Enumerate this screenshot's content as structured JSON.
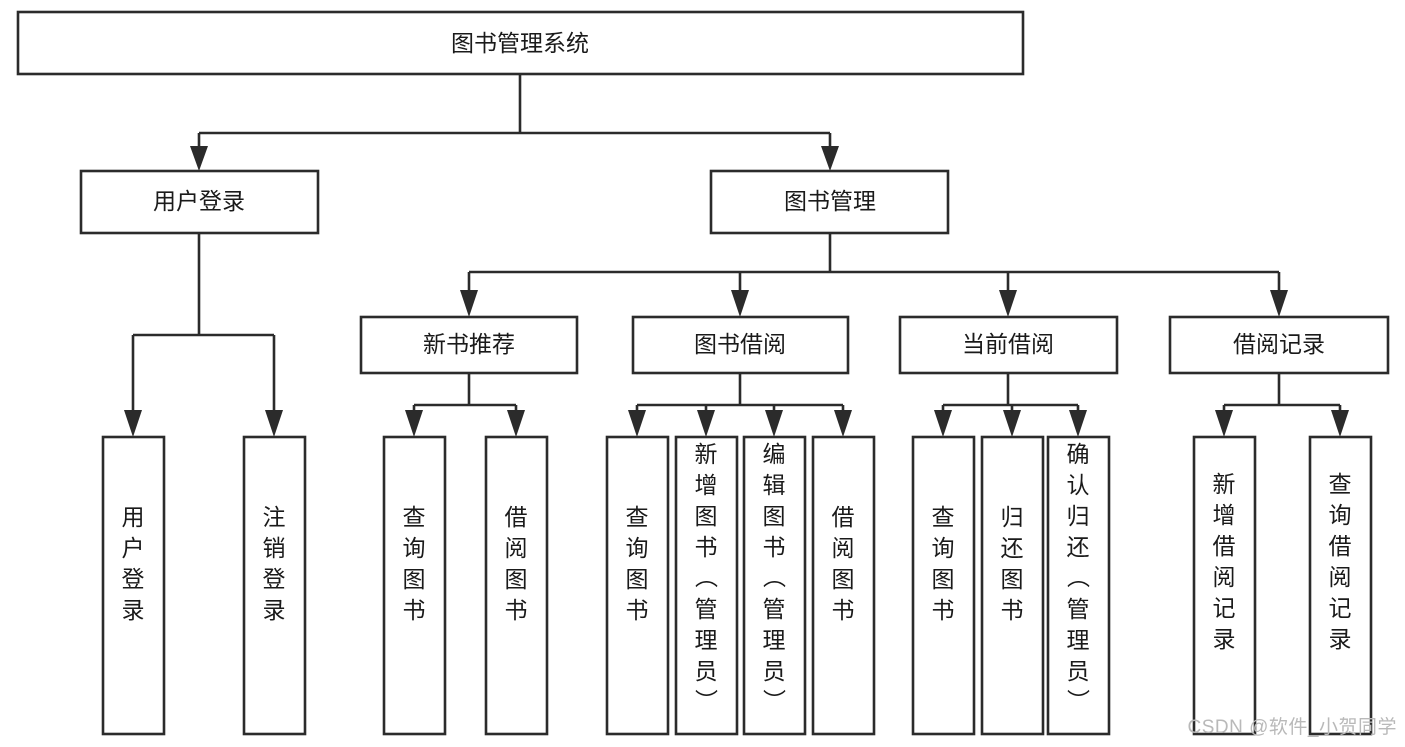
{
  "diagram": {
    "title": "图书管理系统",
    "type": "tree",
    "orientation": "top-down",
    "theme": {
      "background": "#ffffff",
      "box_fill": "#ffffff",
      "box_stroke": "#2b2b2b",
      "text_color": "#1a1a1a",
      "watermark_color": "#b9b9b9"
    },
    "root": {
      "id": "root",
      "label": "图书管理系统"
    },
    "level2": [
      {
        "id": "user-login",
        "label": "用户登录"
      },
      {
        "id": "book-manage",
        "label": "图书管理"
      }
    ],
    "level3": [
      {
        "id": "new-book-rec",
        "label": "新书推荐",
        "parent": "book-manage"
      },
      {
        "id": "book-borrow",
        "label": "图书借阅",
        "parent": "book-manage"
      },
      {
        "id": "current-borrow",
        "label": "当前借阅",
        "parent": "book-manage"
      },
      {
        "id": "borrow-record",
        "label": "借阅记录",
        "parent": "book-manage"
      }
    ],
    "leaves": [
      {
        "id": "leaf-user-login",
        "label": "用户登录",
        "parent": "user-login"
      },
      {
        "id": "leaf-logout",
        "label": "注销登录",
        "parent": "user-login"
      },
      {
        "id": "leaf-query-book-1",
        "label": "查询图书",
        "parent": "new-book-rec"
      },
      {
        "id": "leaf-borrow-book-1",
        "label": "借阅图书",
        "parent": "new-book-rec"
      },
      {
        "id": "leaf-query-book-2",
        "label": "查询图书",
        "parent": "book-borrow"
      },
      {
        "id": "leaf-add-book",
        "label": "新增图书（管理员）",
        "parent": "book-borrow"
      },
      {
        "id": "leaf-edit-book",
        "label": "编辑图书（管理员）",
        "parent": "book-borrow"
      },
      {
        "id": "leaf-borrow-book-2",
        "label": "借阅图书",
        "parent": "book-borrow"
      },
      {
        "id": "leaf-query-book-3",
        "label": "查询图书",
        "parent": "current-borrow"
      },
      {
        "id": "leaf-return-book",
        "label": "归还图书",
        "parent": "current-borrow"
      },
      {
        "id": "leaf-confirm-return",
        "label": "确认归还（管理员）",
        "parent": "current-borrow"
      },
      {
        "id": "leaf-add-record",
        "label": "新增借阅记录",
        "parent": "borrow-record"
      },
      {
        "id": "leaf-query-record",
        "label": "查询借阅记录",
        "parent": "borrow-record"
      }
    ]
  },
  "watermark": {
    "text": "CSDN @软件_小贺同学"
  }
}
